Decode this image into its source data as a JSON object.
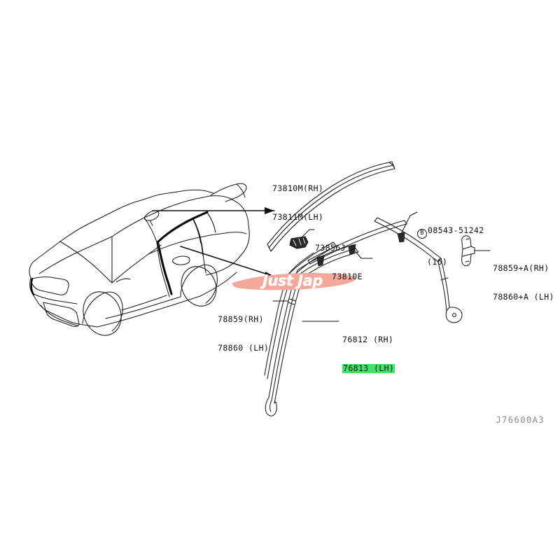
{
  "diagram": {
    "id_label": "J76600A3",
    "vehicle": "nissan-gtr-r35-three-quarter-front-line-art",
    "highlight_color": "#3ee468",
    "watermark_text": "Just Jap",
    "watermark_color": "#f4a79b"
  },
  "callouts": {
    "roof_molding": {
      "line1": "73810M(RH)",
      "line2": "73811M(LH)"
    },
    "clip_73856j": {
      "line1": "73856J"
    },
    "clip_73810e": {
      "line1": "73810E"
    },
    "screw": {
      "badge": "B",
      "line1": "08543-51242",
      "line2": "(16)"
    },
    "seal_plus_a": {
      "line1": "78859+A(RH)",
      "line2": "78860+A (LH)"
    },
    "seal": {
      "line1": "78859(RH)",
      "line2": "78860 (LH)"
    },
    "weatherstrip": {
      "line1": "76812 (RH)",
      "line2": "76813 (LH)",
      "highlighted": "76813 (LH)"
    }
  }
}
